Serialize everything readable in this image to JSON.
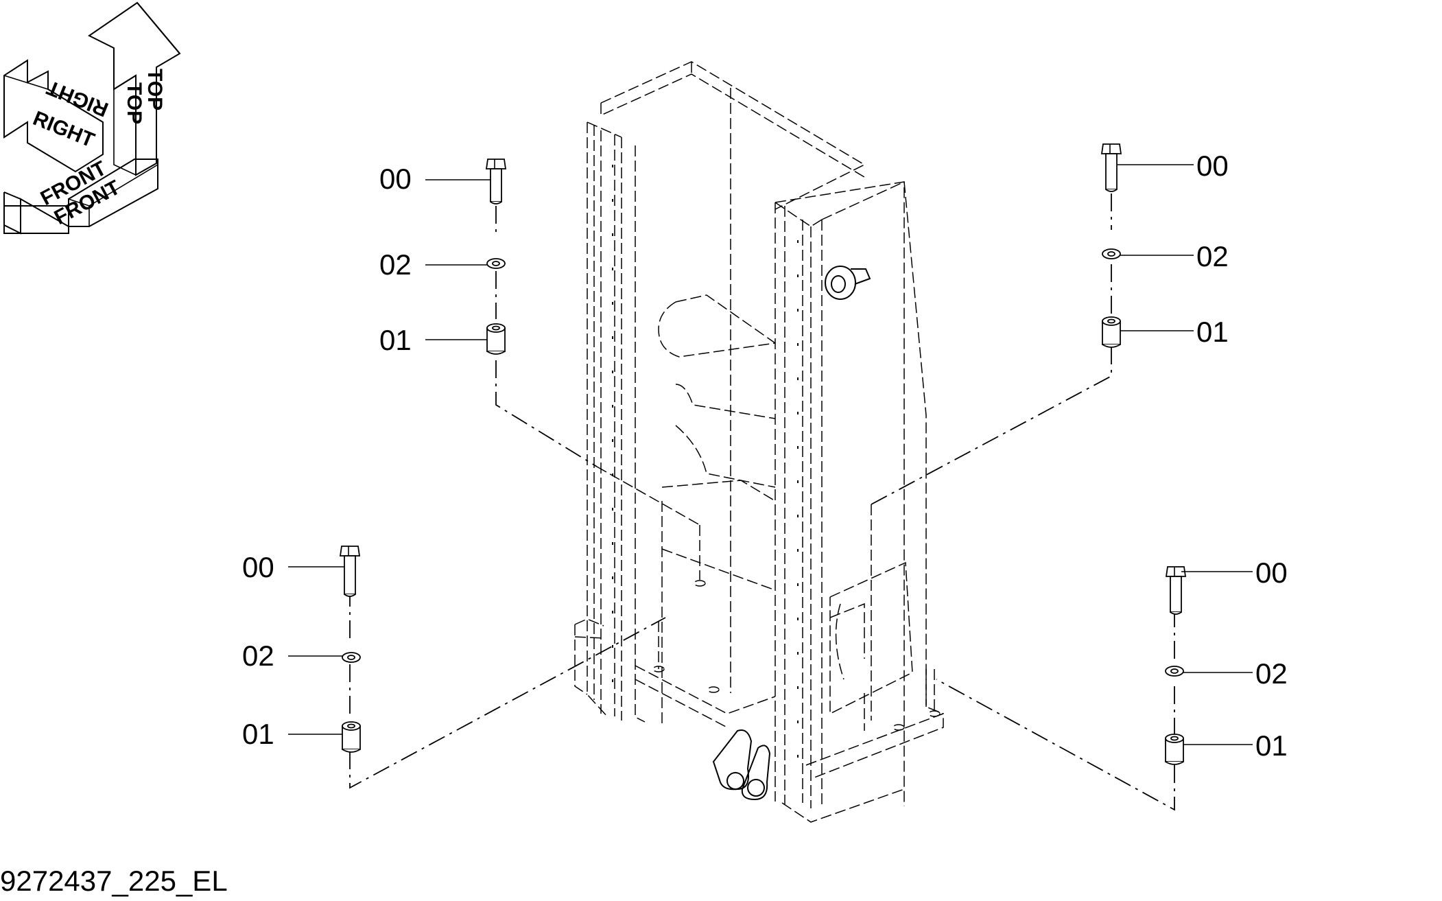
{
  "orientation_labels": {
    "top_a": "TOP",
    "top_b": "TOP",
    "right_a": "RIGHT",
    "right_b": "RIGHT",
    "front_a": "FRONT",
    "front_b": "FRONT"
  },
  "callouts": {
    "upper_left": {
      "bolt": "00",
      "washer": "02",
      "spacer": "01"
    },
    "upper_right": {
      "bolt": "00",
      "washer": "02",
      "spacer": "01"
    },
    "lower_left": {
      "bolt": "00",
      "washer": "02",
      "spacer": "01"
    },
    "lower_right": {
      "bolt": "00",
      "washer": "02",
      "spacer": "01"
    }
  },
  "document_id": "9272437_225_EL"
}
